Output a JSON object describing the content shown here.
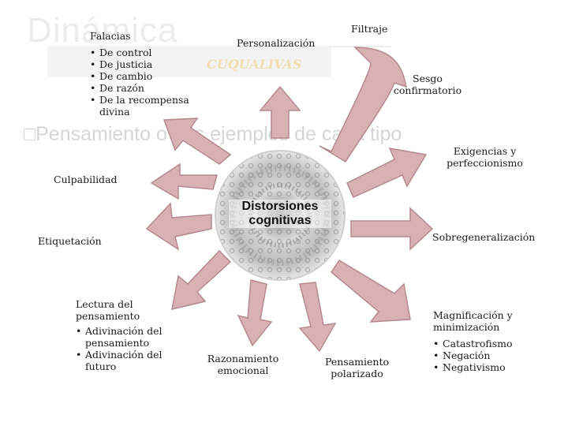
{
  "background": {
    "title_fragment": "Dinámica",
    "subtitle": "Pensamiento o dos ejemplos de cada tipo",
    "banner_text": "CUQUALIVAS"
  },
  "center": {
    "label": "Distorsiones cognitivas"
  },
  "nodes": {
    "falacias": {
      "title": "Falacias",
      "items": [
        "De control",
        "De justicia",
        "De cambio",
        "De razón",
        "De la recompensa divina"
      ]
    },
    "personalizacion": {
      "title": "Personalización"
    },
    "filtraje": {
      "title": "Filtraje"
    },
    "sesgo": {
      "title": "Sesgo confirmatorio"
    },
    "exigencias": {
      "title": "Exigencias y perfeccionismo"
    },
    "culpabilidad": {
      "title": "Culpabilidad"
    },
    "etiquetacion": {
      "title": "Etiquetación"
    },
    "sobregeneralizacion": {
      "title": "Sobregeneralización"
    },
    "lectura": {
      "title": "Lectura del pensamiento",
      "items": [
        "Adivinación del pensamiento",
        "Adivinación del futuro"
      ]
    },
    "razonamiento": {
      "title": "Razonamiento emocional"
    },
    "polarizado": {
      "title": "Pensamiento polarizado"
    },
    "magnificacion": {
      "title": "Magnificación y minimización",
      "items": [
        "Catastrofismo",
        "Negación",
        "Negativismo"
      ]
    }
  },
  "colors": {
    "arrow_fill": "#d8b1b5",
    "arrow_stroke": "#b58a8f"
  }
}
